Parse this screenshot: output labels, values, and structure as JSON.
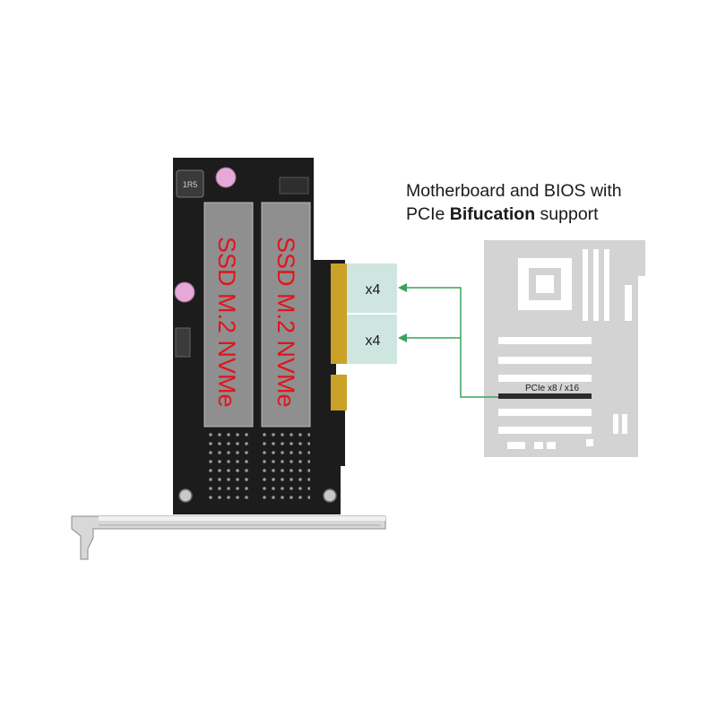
{
  "caption": {
    "line1": "Motherboard and BIOS with",
    "line2_prefix": "PCIe ",
    "line2_bold": "Bifucation",
    "line2_suffix": " support"
  },
  "card": {
    "ssd_slots": [
      {
        "label": "SSD M.2 NVMe"
      },
      {
        "label": "SSD M.2 NVMe"
      }
    ],
    "inductor_marking": "1R5"
  },
  "lanes": [
    {
      "label": "x4"
    },
    {
      "label": "x4"
    }
  ],
  "motherboard": {
    "slot_label": "PCIe x8 / x16"
  },
  "colors": {
    "arrow": "#3aa35a",
    "lane_box": "#cfe6e0",
    "motherboard": "#d3d3d3",
    "pcb": "#1c1c1c",
    "ssd_text": "#e0151b"
  }
}
